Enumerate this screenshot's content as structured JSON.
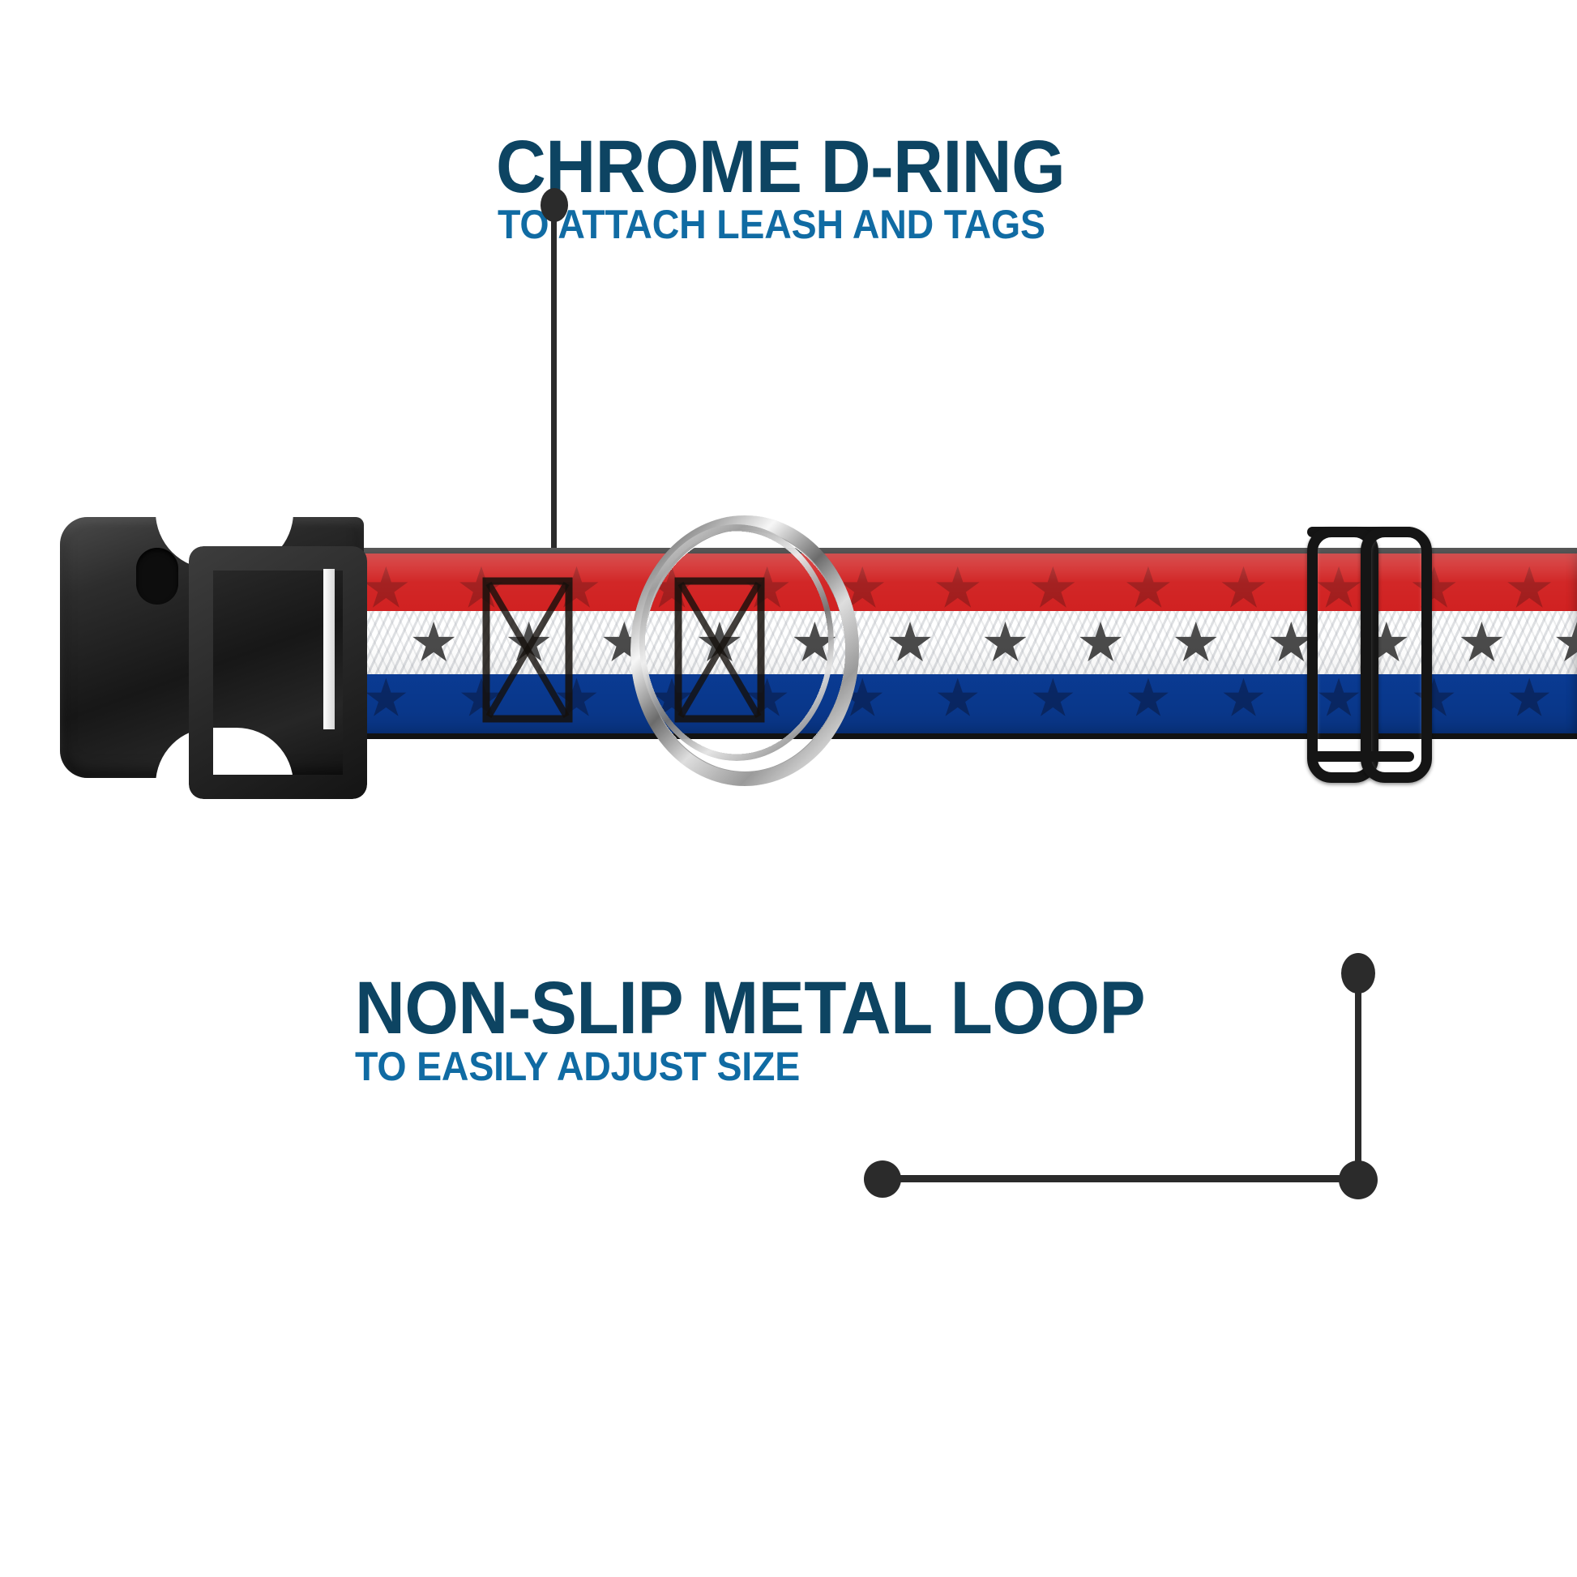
{
  "page": {
    "background_color": "#ffffff",
    "product": "patriotic stars and stripes dog collar"
  },
  "colors": {
    "title_navy": "#0d4462",
    "subtitle_blue": "#106ba3",
    "leader_black": "#2b2b2b",
    "webbing_red": "#cf1a1a",
    "webbing_white": "#ffffff",
    "webbing_blue": "#0a3d99",
    "star_red": "#9e1414",
    "star_gray": "#4a4a4a",
    "star_navy": "#0a2a6b",
    "hardware_black": "#151515",
    "chrome": "#c9c9c9"
  },
  "callouts": [
    {
      "id": "chrome-d-ring",
      "title": "CHROME D-RING",
      "subtitle": "TO ATTACH LEASH AND TAGS",
      "target": "d-ring"
    },
    {
      "id": "non-slip-metal-loop",
      "title": "NON-SLIP METAL LOOP",
      "subtitle": "TO EASILY ADJUST SIZE",
      "target": "metal-slider-loop"
    }
  ],
  "product_parts": [
    {
      "name": "side-release-buckle",
      "material": "black plastic"
    },
    {
      "name": "webbing",
      "pattern": "red white and blue stripes with stars"
    },
    {
      "name": "d-ring",
      "material": "chrome"
    },
    {
      "name": "stitch-box",
      "count": 2
    },
    {
      "name": "metal-slider-loop",
      "material": "black coated metal"
    }
  ],
  "webbing": {
    "stripes": [
      {
        "color": "#cf1a1a",
        "name": "red-stripe",
        "star_color": "#9e1414"
      },
      {
        "color": "#ffffff",
        "name": "white-stripe",
        "star_color": "#4a4a4a"
      },
      {
        "color": "#0a3d99",
        "name": "blue-stripe",
        "star_color": "#0a2a6b"
      }
    ],
    "star_count_per_stripe": 14
  }
}
